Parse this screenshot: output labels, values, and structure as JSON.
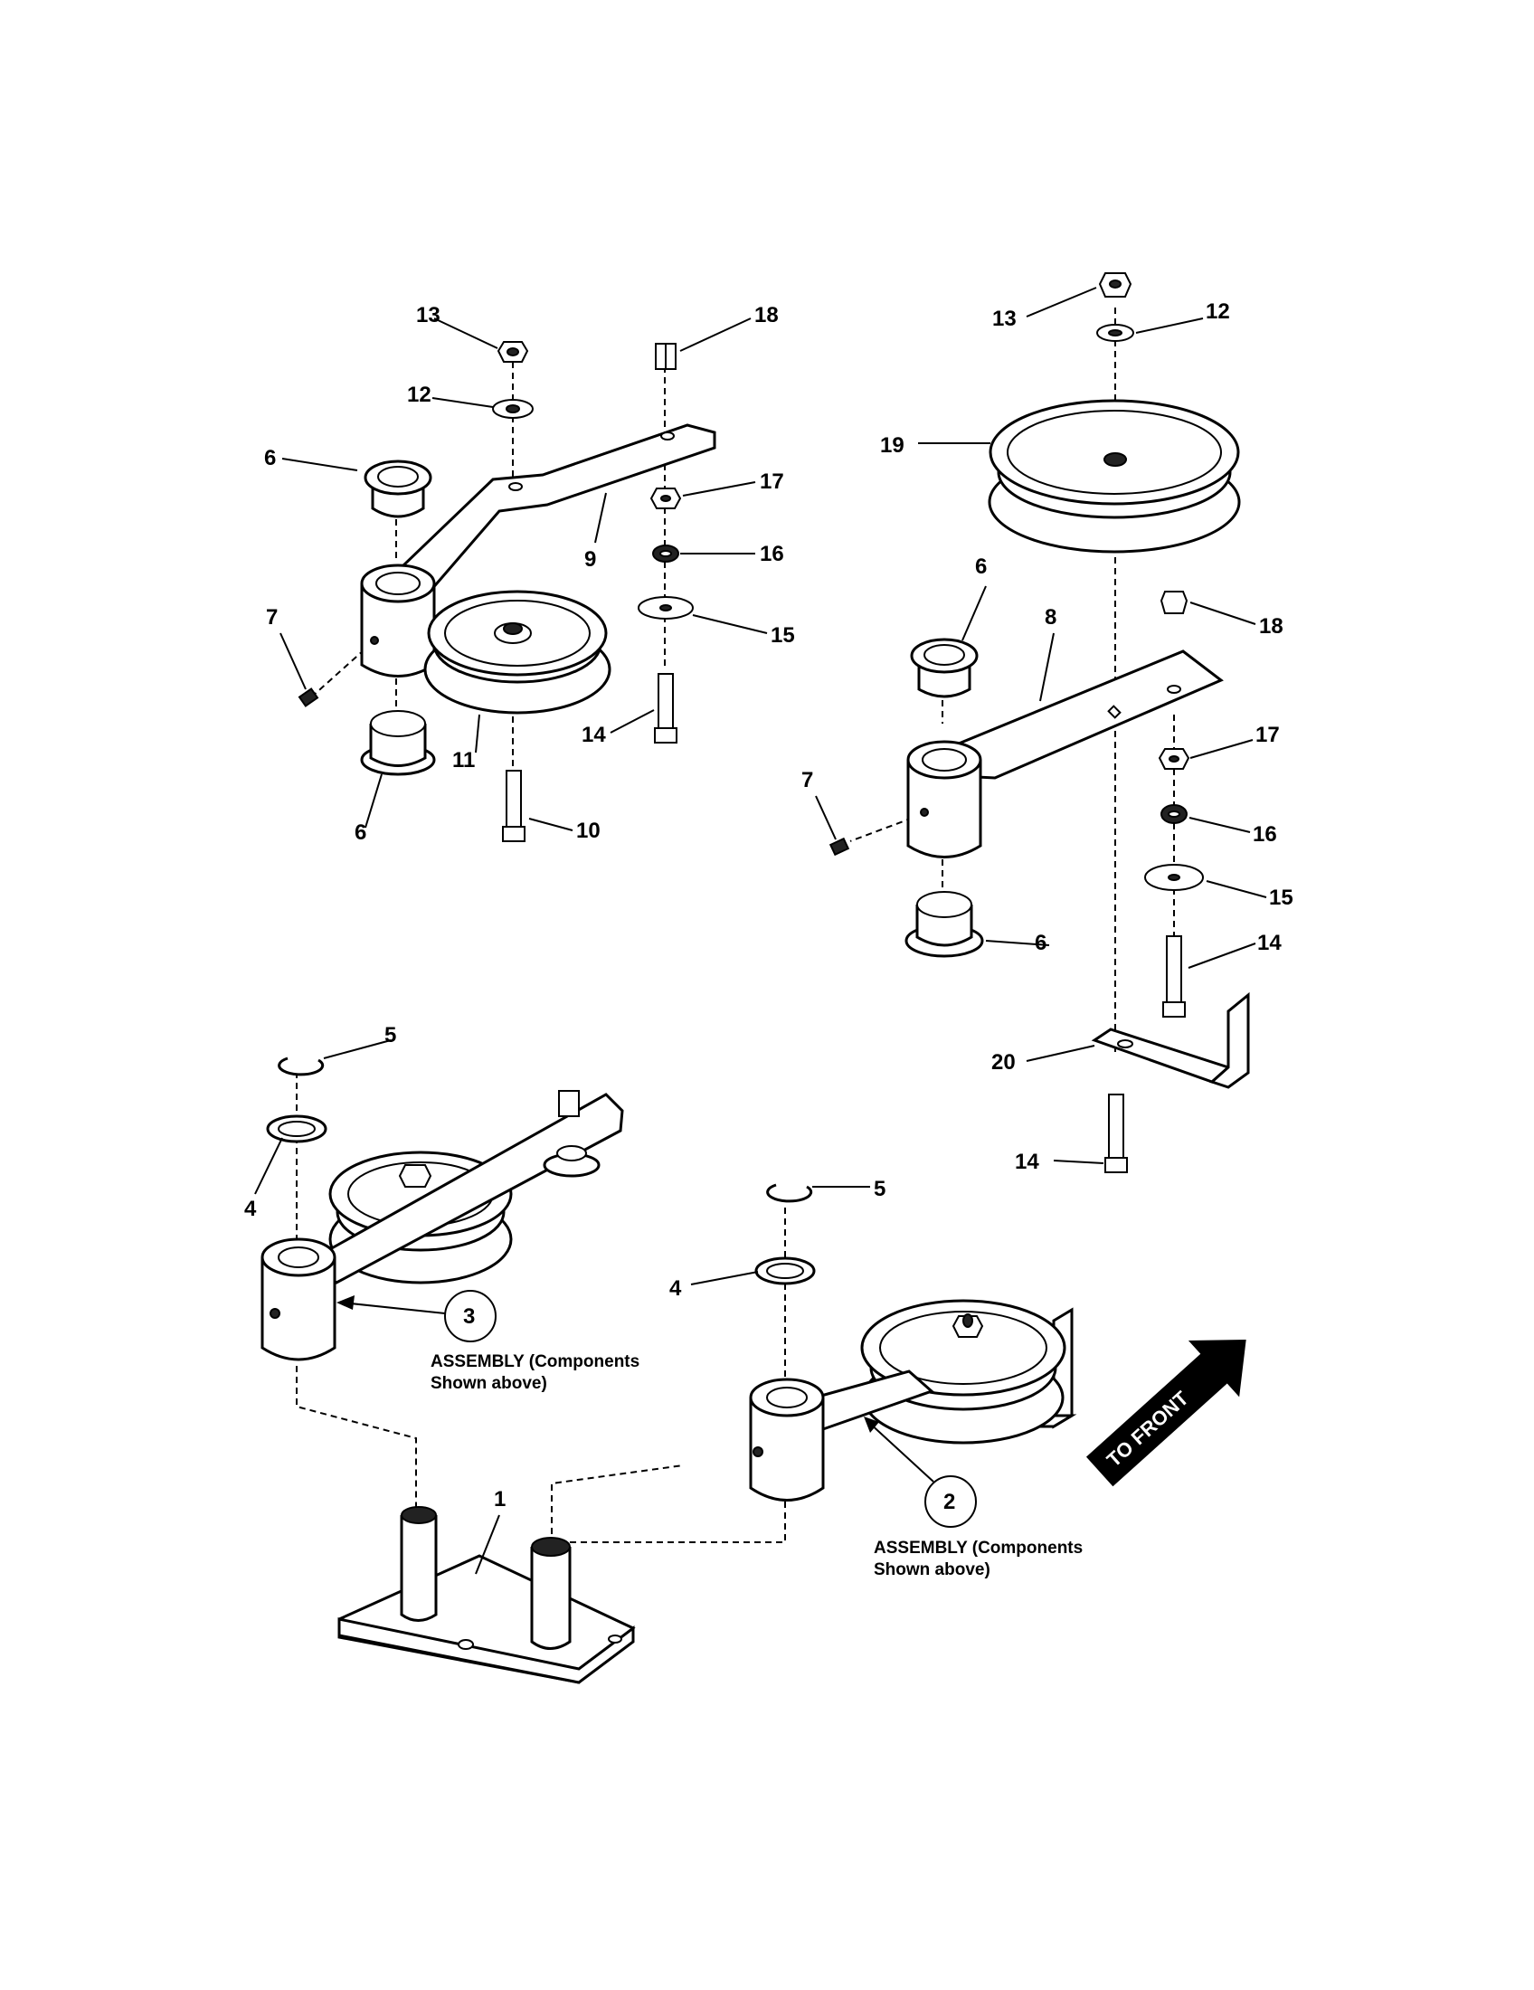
{
  "callouts": {
    "top_left": {
      "n13": "13",
      "n18": "18",
      "n12": "12",
      "n6a": "6",
      "n17": "17",
      "n9": "9",
      "n16": "16",
      "n7": "7",
      "n15": "15",
      "n14": "14",
      "n11": "11",
      "n6b": "6",
      "n10": "10"
    },
    "top_right": {
      "n13": "13",
      "n12": "12",
      "n19": "19",
      "n6a": "6",
      "n8": "8",
      "n18": "18",
      "n17": "17",
      "n7": "7",
      "n16": "16",
      "n15": "15",
      "n6b": "6",
      "n14a": "14",
      "n20": "20",
      "n14b": "14"
    },
    "bottom": {
      "n5a": "5",
      "n4a": "4",
      "n3": "3",
      "n5b": "5",
      "n4b": "4",
      "n1": "1",
      "n2": "2"
    },
    "assembly_3": {
      "line1": "ASSEMBLY (Components",
      "line2": "Shown above)"
    },
    "assembly_2": {
      "line1": "ASSEMBLY (Components",
      "line2": "Shown above)"
    },
    "direction": "TO FRONT"
  }
}
